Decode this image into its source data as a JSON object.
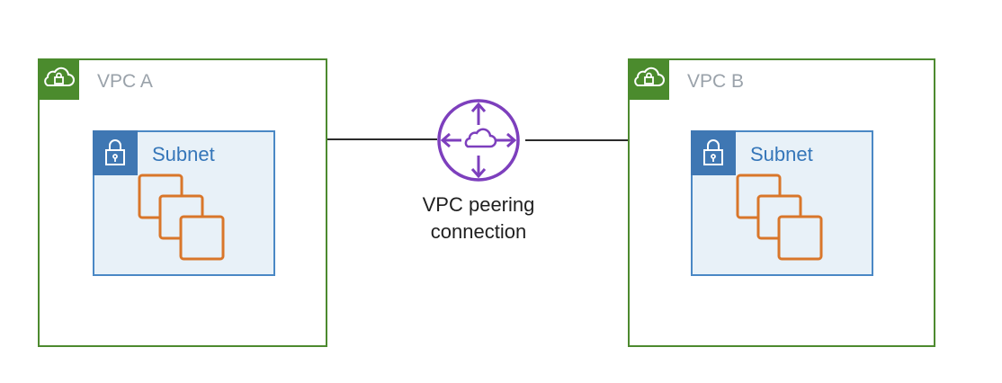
{
  "vpcs": [
    {
      "label": "VPC A",
      "subnet_label": "Subnet"
    },
    {
      "label": "VPC B",
      "subnet_label": "Subnet"
    }
  ],
  "peering": {
    "label_line1": "VPC peering",
    "label_line2": "connection"
  },
  "colors": {
    "vpc_border": "#4d8a2f",
    "vpc_label": "#9aa2aa",
    "subnet_border": "#4a88c5",
    "subnet_fill": "#e8f1f8",
    "subnet_label": "#3576b9",
    "instance": "#d9762a",
    "peering": "#7d3fbd",
    "connector": "#2b2b2b"
  },
  "icons": {
    "vpc": "cloud-lock-icon",
    "subnet": "padlock-icon",
    "instance": "ec2-instances-icon",
    "peering": "router-cloud-icon"
  }
}
